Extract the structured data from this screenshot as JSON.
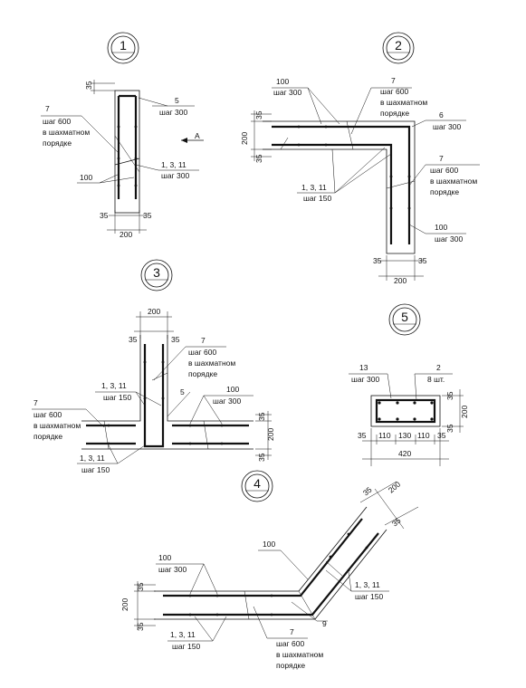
{
  "sections": {
    "s1": {
      "number": "1",
      "dims": {
        "top": "35",
        "left": "35",
        "right": "35",
        "width": "200"
      },
      "callouts": {
        "c5_a": "5",
        "c5_b": "шаг 300",
        "c7_a": "7",
        "c7_b": "шаг 600",
        "c7_c": "в шахматном",
        "c7_d": "порядке",
        "c100": "100",
        "c13_a": "1, 3, 11",
        "c13_b": "шаг 300",
        "arrow": "А"
      }
    },
    "s2": {
      "number": "2",
      "dims": {
        "top35": "35",
        "mid200": "200",
        "bot35": "35",
        "left35": "35",
        "right35": "35",
        "width200": "200"
      },
      "callouts": {
        "c100a_a": "100",
        "c100a_b": "шаг 300",
        "c7a_a": "7",
        "c7a_b": "шаг 600",
        "c7a_c": "в шахматном",
        "c7a_d": "порядке",
        "c6_a": "6",
        "c6_b": "шаг 300",
        "c7b_a": "7",
        "c7b_b": "шаг 600",
        "c7b_c": "в шахматном",
        "c7b_d": "порядке",
        "c13_a": "1, 3, 11",
        "c13_b": "шаг 150",
        "c100b_a": "100",
        "c100b_b": "шаг 300"
      }
    },
    "s3": {
      "number": "3",
      "dims": {
        "top200": "200",
        "l35": "35",
        "r35": "35",
        "right200": "200",
        "right35": "35"
      },
      "callouts": {
        "c7a_a": "7",
        "c7a_b": "шаг 600",
        "c7a_c": "в шахматном",
        "c7a_d": "порядке",
        "c13a_a": "1, 3, 11",
        "c13a_b": "шаг 150",
        "c5": "5",
        "c100_a": "100",
        "c100_b": "шаг 300",
        "c7b_a": "7",
        "c7b_b": "шаг 600",
        "c7b_c": "в шахматном",
        "c7b_d": "порядке",
        "c13b_a": "1, 3, 11",
        "c13b_b": "шаг 150"
      }
    },
    "s5": {
      "number": "5",
      "dims": {
        "d35a": "35",
        "d110a": "110",
        "d130": "130",
        "d110b": "110",
        "d35b": "35",
        "total": "420",
        "r35a": "35",
        "r200": "200",
        "r35b": "35"
      },
      "callouts": {
        "c13_a": "13",
        "c13_b": "шаг 300",
        "c2_a": "2",
        "c2_b": "8 шт."
      }
    },
    "s4": {
      "number": "4",
      "dims": {
        "d35top": "35",
        "d200": "200",
        "d35bot": "35",
        "t35a": "35",
        "t200": "200",
        "t35b": "35"
      },
      "callouts": {
        "c100a_a": "100",
        "c100a_b": "шаг 300",
        "c100b": "100",
        "c13a_a": "1, 3, 11",
        "c13a_b": "шаг 150",
        "c9": "9",
        "c13b_a": "1, 3, 11",
        "c13b_b": "шаг 150",
        "c7_a": "7",
        "c7_b": "шаг 600",
        "c7_c": "в шахматном",
        "c7_d": "порядке"
      }
    }
  }
}
